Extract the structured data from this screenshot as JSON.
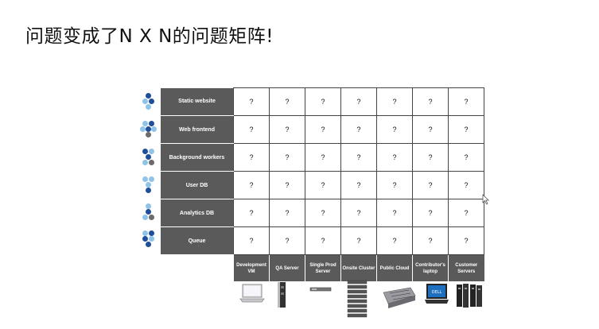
{
  "title": "问题变成了N X N的问题矩阵!",
  "rows": [
    {
      "label": "Static website"
    },
    {
      "label": "Web frontend"
    },
    {
      "label": "Background workers"
    },
    {
      "label": "User DB"
    },
    {
      "label": "Analytics DB"
    },
    {
      "label": "Queue"
    }
  ],
  "columns": [
    {
      "label": "Development VM"
    },
    {
      "label": "QA Server"
    },
    {
      "label": "Single Prod Server"
    },
    {
      "label": "Onsite Cluster"
    },
    {
      "label": "Public Cloud"
    },
    {
      "label": "Contributor's laptop"
    },
    {
      "label": "Customer Servers"
    }
  ],
  "cell_value": "?",
  "colors": {
    "header_bg": "#5a5a5a",
    "hex_dark": "#1f4e9a",
    "hex_light": "#8fc3ea",
    "hex_gray": "#6b6b6b"
  },
  "icons": {
    "row_icons": "hexagon-cluster-icon",
    "devices": [
      "laptop-icon",
      "rack-server-icon",
      "1u-server-icon",
      "server-rack-stack-icon",
      "cloud-blade-server-icon",
      "dell-laptop-icon",
      "server-cluster-icon"
    ]
  }
}
